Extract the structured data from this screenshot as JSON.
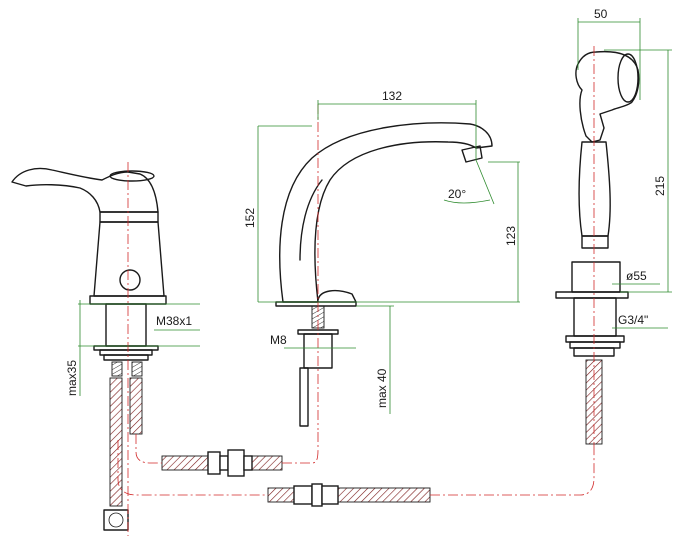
{
  "dimensions": {
    "hand_shower_width": "50",
    "hand_shower_height": "215",
    "hand_shower_base_diameter": "ø55",
    "hand_shower_thread": "G3/4\"",
    "spout_reach": "132",
    "spout_height": "152",
    "spout_outlet_height": "123",
    "spout_outlet_angle": "20°",
    "spout_stud_thread": "M8",
    "deck_thickness_spout": "max 40",
    "mixer_thread": "M38x1",
    "deck_thickness_mixer": "max35"
  },
  "colors": {
    "outline": "#1a1a1a",
    "dimension_lines": "#2e8b2e",
    "centre_lines": "#d22a2a"
  }
}
